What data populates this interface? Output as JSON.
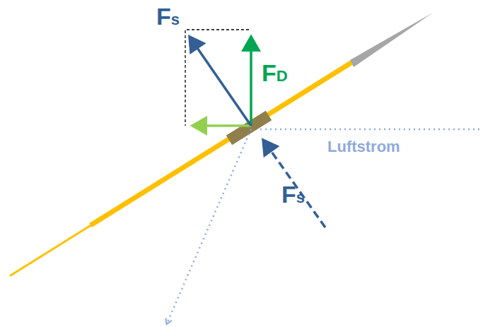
{
  "diagram": {
    "labels": [
      "Fs",
      "FD",
      "Luftstrom",
      "Fs"
    ]
  }
}
